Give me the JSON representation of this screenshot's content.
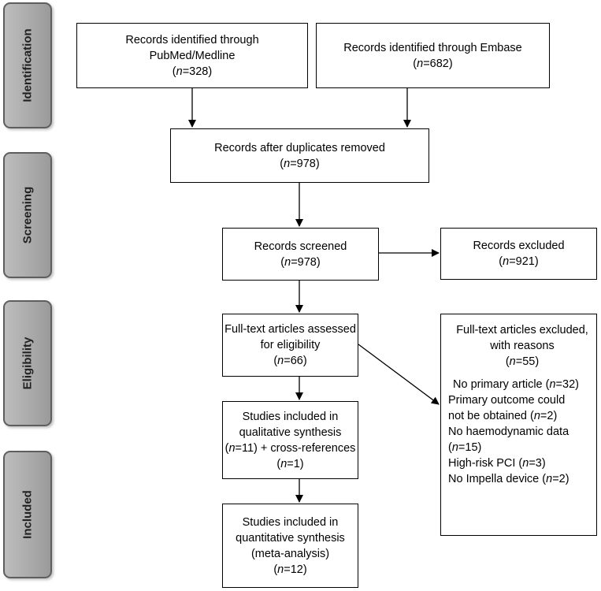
{
  "phases": {
    "identification": "Identification",
    "screening": "Screening",
    "eligibility": "Eligibility",
    "included": "Included"
  },
  "boxes": {
    "pubmed": {
      "line1": "Records identified through",
      "line2": "PubMed/Medline",
      "n_prefix": "(",
      "n_label": "n",
      "n_value": "=328)"
    },
    "embase": {
      "line1": "Records identified through Embase",
      "n_prefix": "(",
      "n_label": "n",
      "n_value": "=682)"
    },
    "duplicates": {
      "line1": "Records after duplicates removed",
      "n_prefix": "(",
      "n_label": "n",
      "n_value": "=978)"
    },
    "screened": {
      "line1": "Records screened",
      "n_prefix": "(",
      "n_label": "n",
      "n_value": "=978)"
    },
    "excluded": {
      "line1": "Records excluded",
      "n_prefix": "(",
      "n_label": "n",
      "n_value": "=921)"
    },
    "fulltext": {
      "line1": "Full-text articles assessed",
      "line2": "for eligibility",
      "n_prefix": "(",
      "n_label": "n",
      "n_value": "=66)"
    },
    "fulltext_excluded": {
      "line1": "Full-text articles excluded,",
      "line2": "with reasons",
      "n_prefix": "(",
      "n_label": "n",
      "n_value": "=55)",
      "reasons": [
        {
          "pre": "No primary article (",
          "n": "n",
          "post": "=32)"
        },
        {
          "pre": "Primary outcome could",
          "n": "",
          "post": ""
        },
        {
          "pre": "not be obtained (",
          "n": "n",
          "post": "=2)"
        },
        {
          "pre": "No haemodynamic data",
          "n": "",
          "post": ""
        },
        {
          "pre": "(",
          "n": "n",
          "post": "=15)"
        },
        {
          "pre": "High-risk PCI (",
          "n": "n",
          "post": "=3)"
        },
        {
          "pre": "No Impella device (",
          "n": "n",
          "post": "=2)"
        }
      ]
    },
    "qualitative": {
      "line1": "Studies included in",
      "line2": "qualitative synthesis",
      "line3_prefix": "(",
      "line3_label": "n",
      "line3_value": "=11) + cross-references",
      "n_prefix": "(",
      "n_label": "n",
      "n_value": "=1)"
    },
    "quantitative": {
      "line1": "Studies included in",
      "line2": "quantitative synthesis",
      "line3": "(meta-analysis)",
      "n_prefix": "(",
      "n_label": "n",
      "n_value": "=12)"
    }
  }
}
